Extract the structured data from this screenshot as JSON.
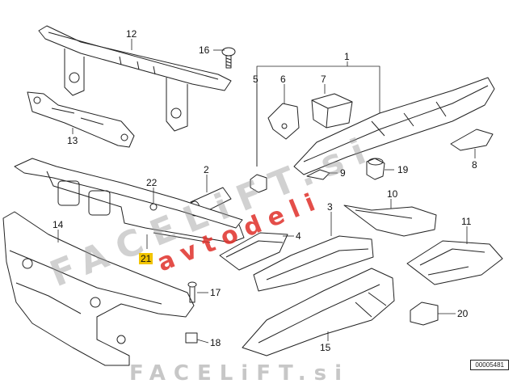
{
  "callouts": {
    "c1": "1",
    "c2": "2",
    "c3": "3",
    "c4": "4",
    "c5": "5",
    "c6": "6",
    "c7": "7",
    "c8": "8",
    "c9": "9",
    "c10": "10",
    "c11": "11",
    "c12": "12",
    "c13": "13",
    "c14": "14",
    "c15": "15",
    "c16": "16",
    "c17": "17",
    "c18": "18",
    "c19": "19",
    "c20": "20",
    "c21": "21",
    "c22": "22"
  },
  "watermarks": {
    "diagonal": "FACELiFT.si",
    "secondary": "avtodeli",
    "bottom": "FACELiFT.si"
  },
  "reference_number": "00005481",
  "colors": {
    "line": "#222222",
    "highlight": "#f2c400",
    "watermark_grey": "#9a9a9a",
    "watermark_red": "#e0302a"
  }
}
